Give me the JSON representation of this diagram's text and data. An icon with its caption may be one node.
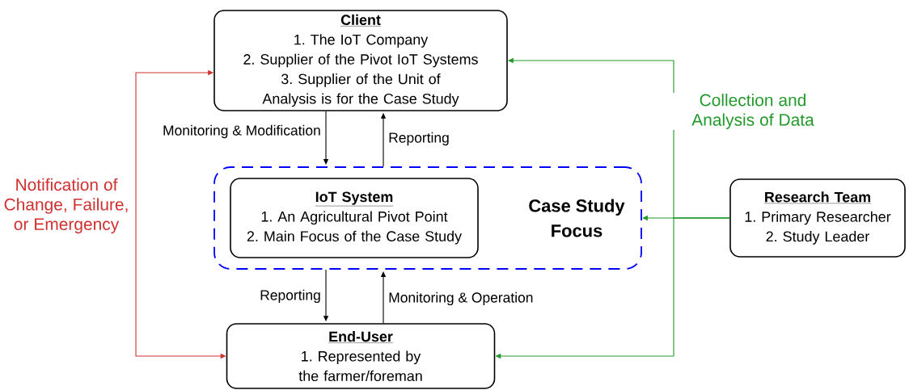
{
  "diagram": {
    "nodes": [
      {
        "text": [
          "Client",
          "1. The IoT Company",
          "2. Supplier of the Pivot IoT Systems",
          "3. Supplier of the Unit of Analysis is for the Case Study"
        ]
      },
      {
        "text": [
          "Case Study Focus"
        ]
      },
      {
        "text": [
          "IoT System",
          "1. An Agricultural Pivot Point",
          "2. Main Focus of the Case Study"
        ],
        "in": 1
      },
      {
        "text": [
          "Research Team",
          "1. Primary Researcher",
          "2. Study Leader"
        ]
      },
      {
        "text": [
          "End-User",
          "1. Represented by the farmer/foreman"
        ]
      }
    ],
    "edges": [
      {
        "from": 0,
        "to": 1,
        "arrow": "to",
        "label": "Monitoring & Modification"
      },
      {
        "from": 1,
        "to": 0,
        "arrow": "to",
        "label": "Reporting"
      },
      {
        "from": 1,
        "to": 4,
        "arrow": "to",
        "label": "Reporting"
      },
      {
        "from": 4,
        "to": 1,
        "arrow": "to",
        "label": "Monitoring & Operation"
      },
      {
        "from": 4,
        "to": 0,
        "arrow": "both",
        "label": "Notification of Change, Failure, or Emergency",
        "color": "#d03030"
      },
      {
        "from": 3,
        "to": 0,
        "arrow": "to",
        "label": "Collection and Analysis of Data",
        "color": "#22992b"
      },
      {
        "from": 3,
        "to": 1,
        "arrow": "to",
        "color": "#22992b"
      },
      {
        "from": 3,
        "to": 4,
        "arrow": "to",
        "color": "#22992b"
      }
    ]
  }
}
